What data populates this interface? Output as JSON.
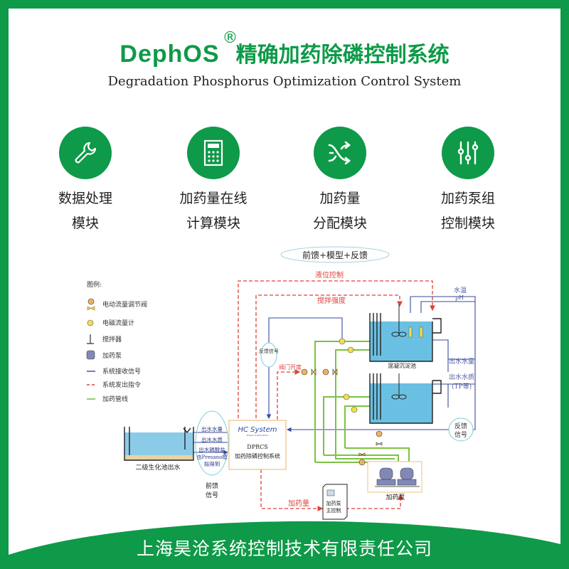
{
  "header": {
    "brand": "DephOS",
    "registered_mark": "®",
    "title_cn": "精确加药除磷控制系统",
    "subtitle": "Degradation Phosphorus Optimization Control System"
  },
  "modules": [
    {
      "icon": "wrench-icon",
      "line1": "数据处理",
      "line2": "模块"
    },
    {
      "icon": "calculator-icon",
      "line1": "加药量在线",
      "line2": "计算模块"
    },
    {
      "icon": "shuffle-icon",
      "line1": "加药量",
      "line2": "分配模块"
    },
    {
      "icon": "sliders-icon",
      "line1": "加药泵组",
      "line2": "控制模块"
    }
  ],
  "diagram": {
    "strategy": "前馈+模型+反馈",
    "legend_title": "图例:",
    "legend": [
      "电动流量调节阀",
      "电磁流量计",
      "搅拌器",
      "加药泵",
      "系统接收信号",
      "系统发出指令",
      "加药管线"
    ],
    "level_control": "液位控制",
    "stir_intensity": "搅拌强度",
    "valve_opening": "阀门开度",
    "feedback_signal_left": "反馈信号",
    "water_temp": "水温",
    "ph": "pH",
    "tank_label": "混凝沉淀池",
    "outflow_volume_right": "出水水量",
    "outflow_quality_right": "出水水质",
    "outflow_quality_note": "(TP等)",
    "feedback_line1": "反馈",
    "feedback_line2": "信号",
    "hc_system": "HC System",
    "hc_tagline": "Power of Innovation",
    "dprcs": "DPRCS",
    "dprcs_cn": "加药除磷控制系统",
    "bio_tank": "二级生化池出水",
    "ff_items": [
      "出水水量",
      "出水水质",
      "出水磷酸盐",
      "由Presano模",
      "拟得到"
    ],
    "feedforward_line1": "前馈",
    "feedforward_line2": "信号",
    "dosage": "加药量",
    "cabinet_line1": "加药泵",
    "cabinet_line2": "主控制",
    "pumps_label": "加药泵"
  },
  "footer": {
    "company": "上海昊沧系统控制技术有限责任公司"
  },
  "colors": {
    "brand_green": "#0e9a48",
    "signal_blue": "#3a4a9a",
    "command_red": "#e0403a",
    "pipe_green": "#7cc242"
  }
}
